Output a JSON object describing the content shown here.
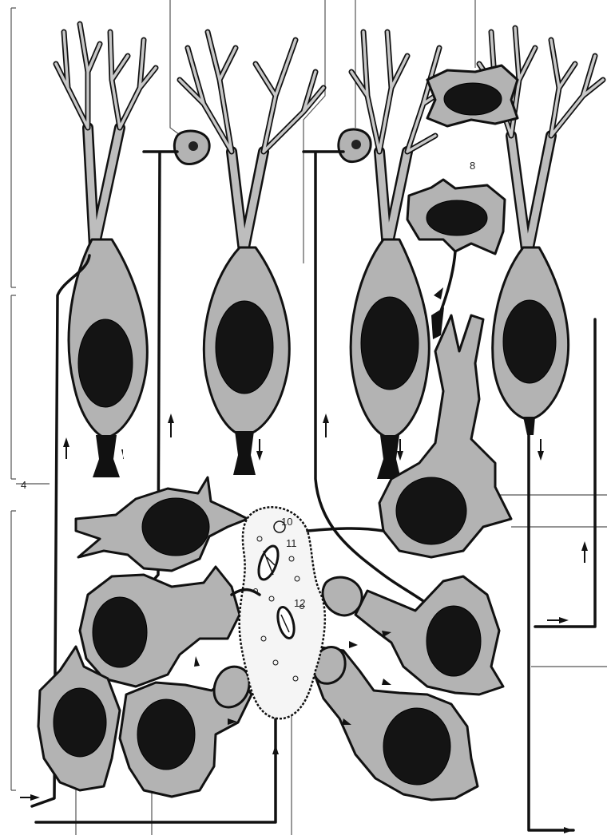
{
  "labels": {
    "four": "4",
    "eight": "8",
    "ten": "10",
    "eleven": "11",
    "twelve": "12"
  },
  "colors": {
    "cell_fill": "#b3b3b3",
    "nucleus": "#141414",
    "outline": "#111111",
    "background": "#ffffff"
  }
}
